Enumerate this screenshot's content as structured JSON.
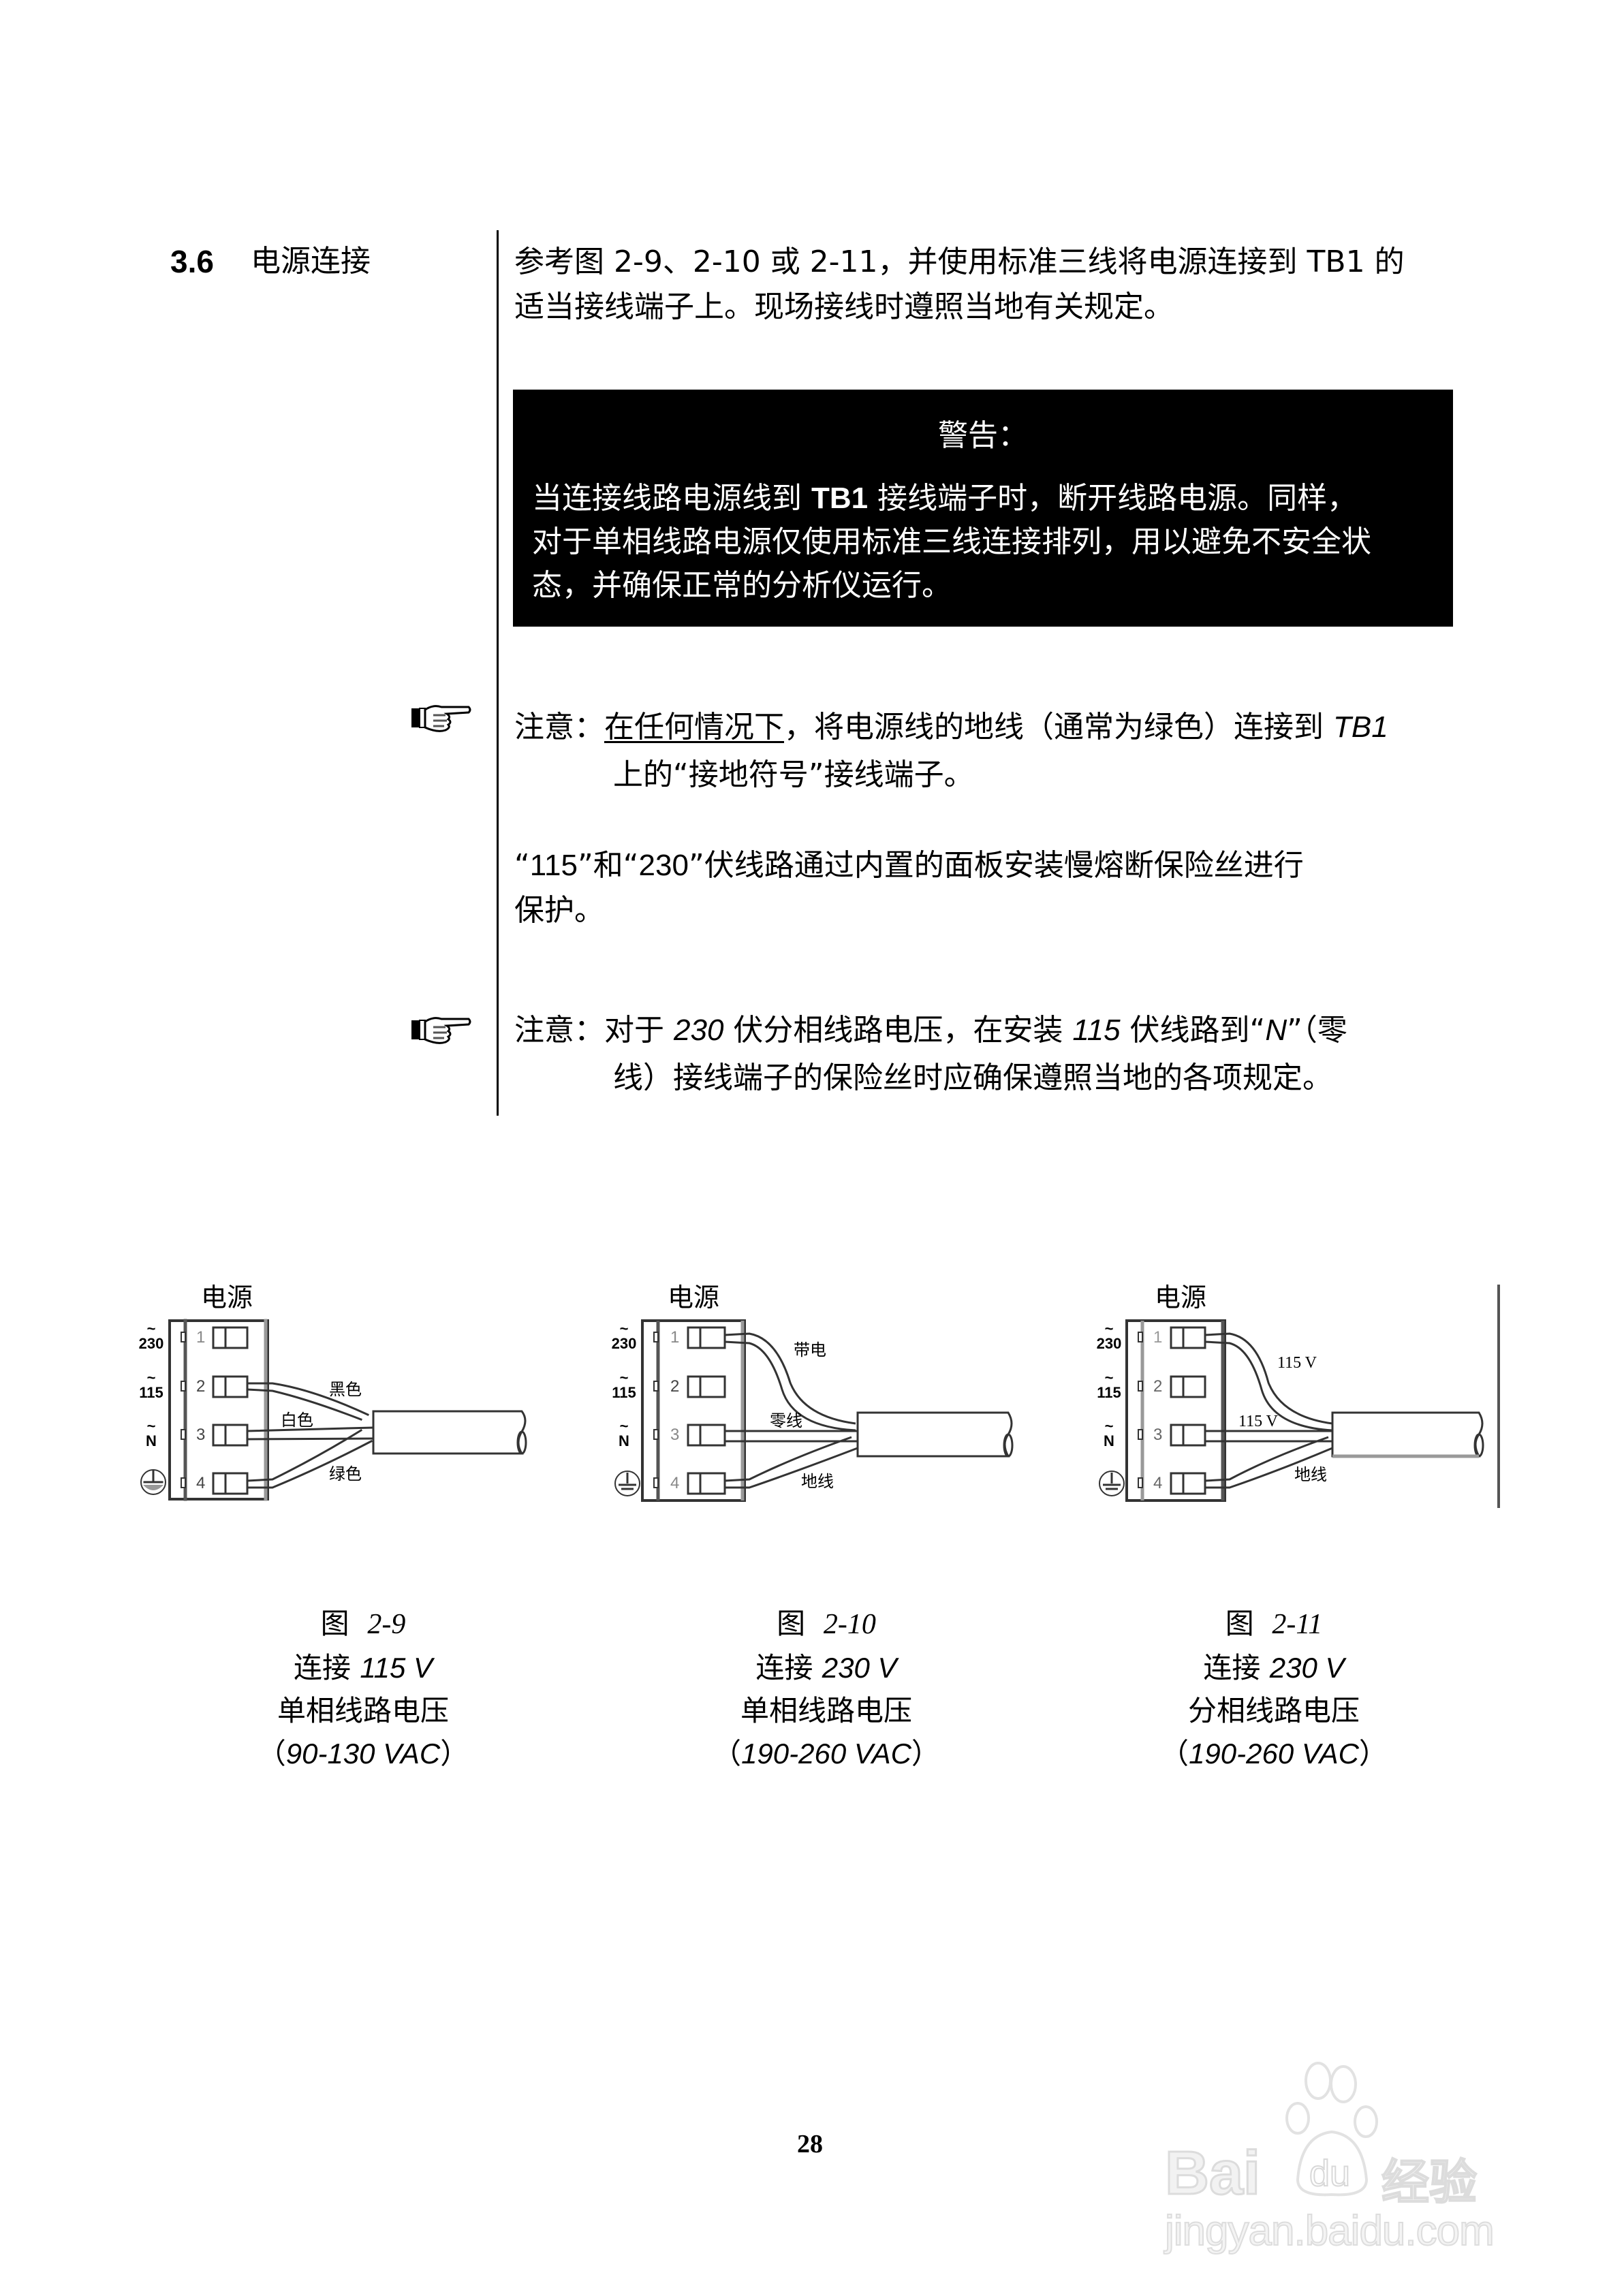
{
  "section": {
    "number": "3.6",
    "title": "电源连接"
  },
  "intro": {
    "lines": [
      "参考图 2-9、2-10 或 2-11，并使用标准三线将电源连接到 TB1 的",
      "适当接线端子上。现场接线时遵照当地有关规定。"
    ]
  },
  "warning": {
    "title": "警告：",
    "line1_pre": "当连接线路电源线到 ",
    "line1_bold": "TB1",
    "line1_post": " 接线端子时，断开线路电源。同样，",
    "line2": "对于单相线路电源仅使用标准三线连接排列，用以避免不安全状",
    "line3": "态，并确保正常的分析仪运行。"
  },
  "note1": {
    "icon": "pointing-hand-icon",
    "label": "注意：",
    "underlined": "在任何情况下",
    "rest": "，将电源线的地线（通常为绿色）连接到 ",
    "italic_end": "TB1",
    "line2": "上的“接地符号”接线端子。"
  },
  "fuse_paragraph": {
    "q1_open": "“",
    "v115": "115",
    "q1_close": "”和“",
    "v230": "230",
    "rest": "”伏线路通过内置的面板安装慢熔断保险丝进行",
    "line2": "保护。"
  },
  "note2": {
    "icon": "pointing-hand-icon",
    "label": "注意：",
    "part1": "对于 ",
    "v230": "230",
    "part2": " 伏分相线路电压，在安装 ",
    "v115": "115",
    "part3": " 伏线路到“",
    "n": "N",
    "part4": "”（零",
    "line2": "线）接线端子的保险丝时应确保遵照当地的各项规定。"
  },
  "diagrams": [
    {
      "header": "电源",
      "terminal_symbols": [
        "230",
        "115",
        "N",
        "ground"
      ],
      "terminal_numbers": [
        "1",
        "2",
        "3",
        "4"
      ],
      "wire_labels": [
        "黑色",
        "白色",
        "绿色"
      ],
      "caption": {
        "figure_prefix": "图",
        "figure_number": "2-9",
        "connect_prefix": "连接",
        "voltage": "115 V",
        "line_type": "单相线路电压",
        "range_open": "（",
        "range": "90-130 VAC",
        "range_close": "）"
      }
    },
    {
      "header": "电源",
      "terminal_symbols": [
        "230",
        "115",
        "N",
        "ground"
      ],
      "terminal_numbers": [
        "1",
        "2",
        "3",
        "4"
      ],
      "wire_labels": [
        "带电",
        "零线",
        "地线"
      ],
      "caption": {
        "figure_prefix": "图",
        "figure_number": "2-10",
        "connect_prefix": "连接",
        "voltage": "230 V",
        "line_type": "单相线路电压",
        "range_open": "（",
        "range": "190-260 VAC",
        "range_close": "）"
      }
    },
    {
      "header": "电源",
      "terminal_symbols": [
        "230",
        "115",
        "N",
        "ground"
      ],
      "terminal_numbers": [
        "1",
        "2",
        "3",
        "4"
      ],
      "wire_labels": [
        "115 V",
        "115 V",
        "地线"
      ],
      "caption": {
        "figure_prefix": "图",
        "figure_number": "2-11",
        "connect_prefix": "连接",
        "voltage": "230 V",
        "line_type": "分相线路电压",
        "range_open": "（",
        "range": "190-260 VAC",
        "range_close": "）"
      }
    }
  ],
  "footer": {
    "page_number": "28",
    "watermark_brand": "Bai",
    "watermark_du": "du",
    "watermark_cn": "经验",
    "watermark_url": "jingyan.baidu.com"
  }
}
